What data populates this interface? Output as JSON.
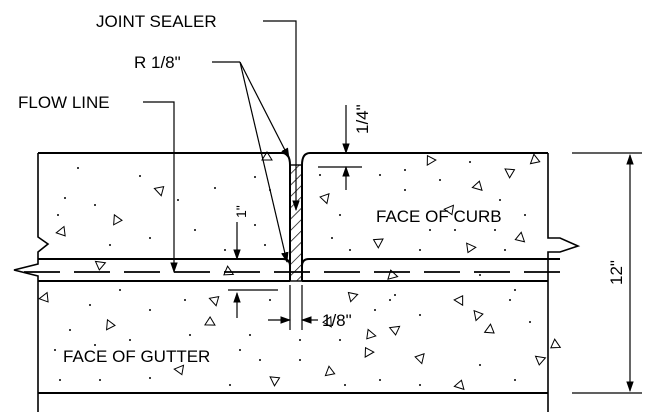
{
  "labels": {
    "joint_sealer": "JOINT SEALER",
    "radius": "R 1/8\"",
    "flow_line": "FLOW LINE",
    "quarter_inch": "1/4\"",
    "one_inch": "1\"",
    "face_of_curb": "FACE OF CURB",
    "eighth_inch": "1/8\"",
    "face_of_gutter": "FACE OF GUTTER",
    "twelve_inch": "12\""
  },
  "colors": {
    "line": "#000000",
    "background": "#ffffff"
  }
}
